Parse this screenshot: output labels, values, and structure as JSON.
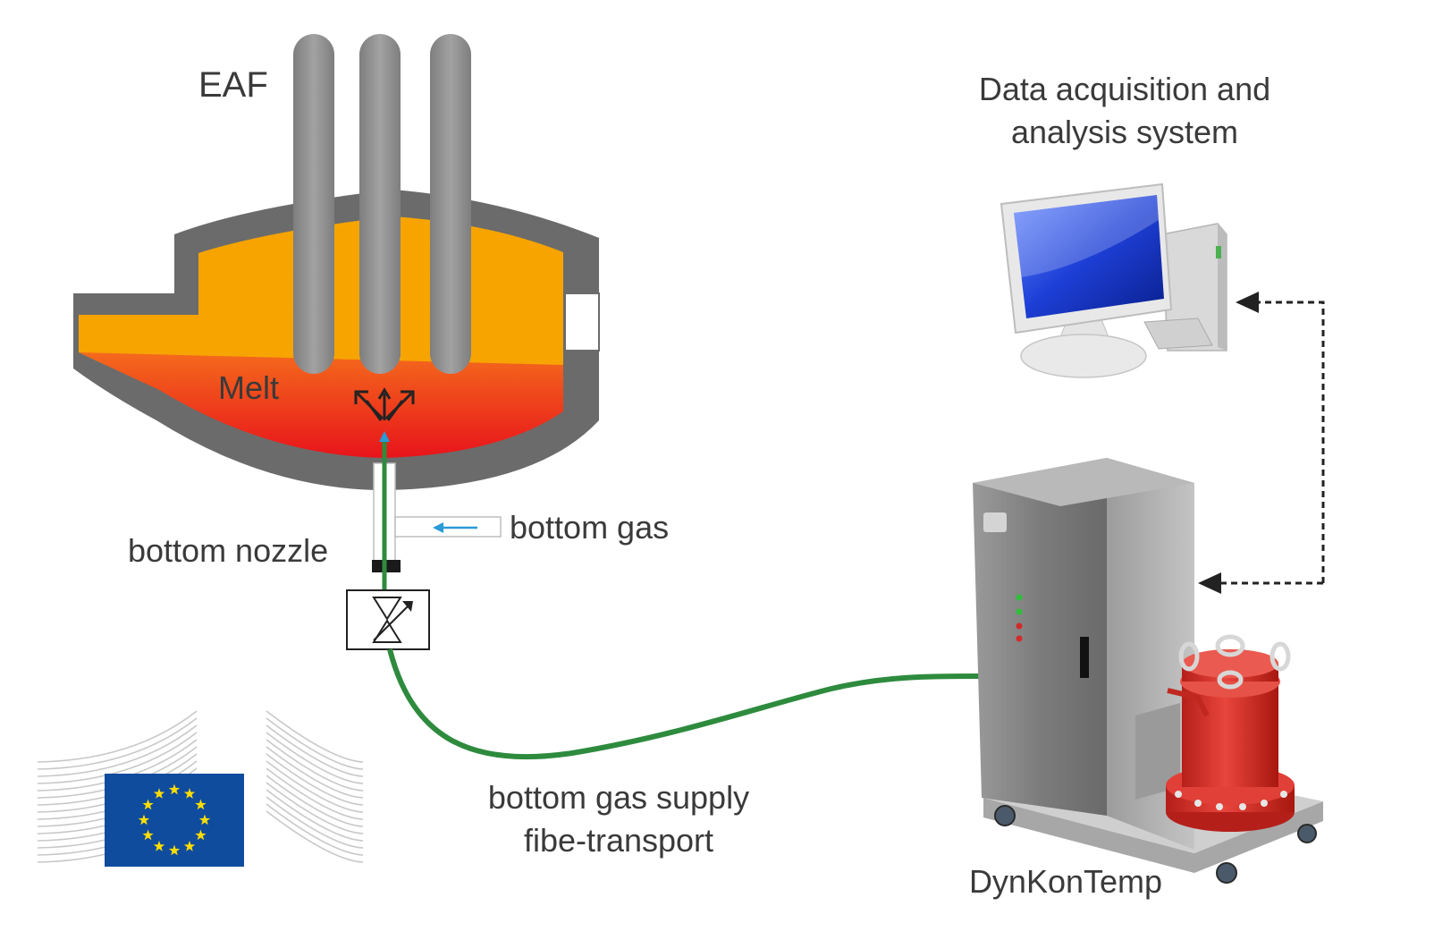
{
  "labels": {
    "eaf": "EAF",
    "melt": "Melt",
    "bottom_nozzle": "bottom nozzle",
    "bottom_gas": "bottom gas",
    "supply_line1": "bottom gas supply",
    "supply_line2": "fibe-transport",
    "daq_line1": "Data acquisition and",
    "daq_line2": "analysis system",
    "device": "DynKonTemp"
  },
  "icons": {
    "eu_flag": "eu-flag-logo",
    "computer": "desktop-computer-icon",
    "cabinet": "measurement-cabinet",
    "valve": "control-valve-symbol"
  },
  "colors": {
    "furnace_shell": "#6b6b6b",
    "slag": "#f7a400",
    "melt_top": "#f46a1c",
    "melt_bottom": "#e8141b",
    "electrode": "#8a8a8a",
    "fiber": "#2e8b3e",
    "gas_arrow": "#2a9ad8",
    "eu_blue": "#0f4c9e",
    "eu_star": "#ffdd00",
    "vessel_red": "#d9332c",
    "cabinet_grey": "#8d8d8d"
  }
}
